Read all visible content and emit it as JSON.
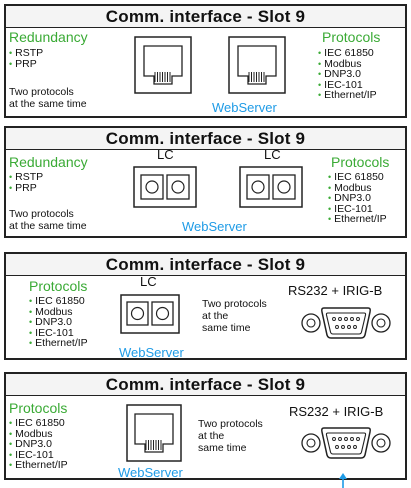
{
  "panels": [
    {
      "title": "Comm. interface - Slot 9",
      "redundancy": {
        "title": "Redundancy",
        "items": [
          "RSTP",
          "PRP"
        ]
      },
      "note_line1": "Two protocols",
      "note_line2": "at the same time",
      "protocols": {
        "title": "Protocols",
        "items": [
          "IEC 61850",
          "Modbus",
          "DNP3.0",
          "IEC-101",
          "Ethernet/IP"
        ]
      },
      "webserver": "WebServer",
      "ports": [
        "rj45-icon",
        "rj45-icon"
      ]
    },
    {
      "title": "Comm. interface - Slot 9",
      "redundancy": {
        "title": "Redundancy",
        "items": [
          "RSTP",
          "PRP"
        ]
      },
      "note_line1": "Two protocols",
      "note_line2": "at the same time",
      "protocols": {
        "title": "Protocols",
        "items": [
          "IEC 61850",
          "Modbus",
          "DNP3.0",
          "IEC-101",
          "Ethernet/IP"
        ]
      },
      "webserver": "WebServer",
      "lc_labels": [
        "LC",
        "LC"
      ],
      "ports": [
        "lc-fiber-icon",
        "lc-fiber-icon"
      ]
    },
    {
      "title": "Comm. interface - Slot 9",
      "protocols": {
        "title": "Protocols",
        "items": [
          "IEC 61850",
          "Modbus",
          "DNP3.0",
          "IEC-101",
          "Ethernet/IP"
        ]
      },
      "lc_label": "LC",
      "note_line1": "Two protocols",
      "note_line2": "at the",
      "note_line3": "same time",
      "webserver": "WebServer",
      "serial_label": "RS232 + IRIG-B",
      "ports": [
        "lc-fiber-icon",
        "db9-connector-icon"
      ]
    },
    {
      "title": "Comm. interface - Slot 9",
      "protocols": {
        "title": "Protocols",
        "items": [
          "IEC 61850",
          "Modbus",
          "DNP3.0",
          "IEC-101",
          "Ethernet/IP"
        ]
      },
      "note_line1": "Two protocols",
      "note_line2": "at the",
      "note_line3": "same time",
      "webserver": "WebServer",
      "serial_label": "RS232 + IRIG-B",
      "ports": [
        "rj45-icon",
        "db9-connector-icon"
      ]
    }
  ],
  "colors": {
    "protocol_green": "#3aaa35",
    "webserver_blue": "#1e9be6",
    "border": "#222222"
  },
  "arrow": "up-arrow-icon"
}
